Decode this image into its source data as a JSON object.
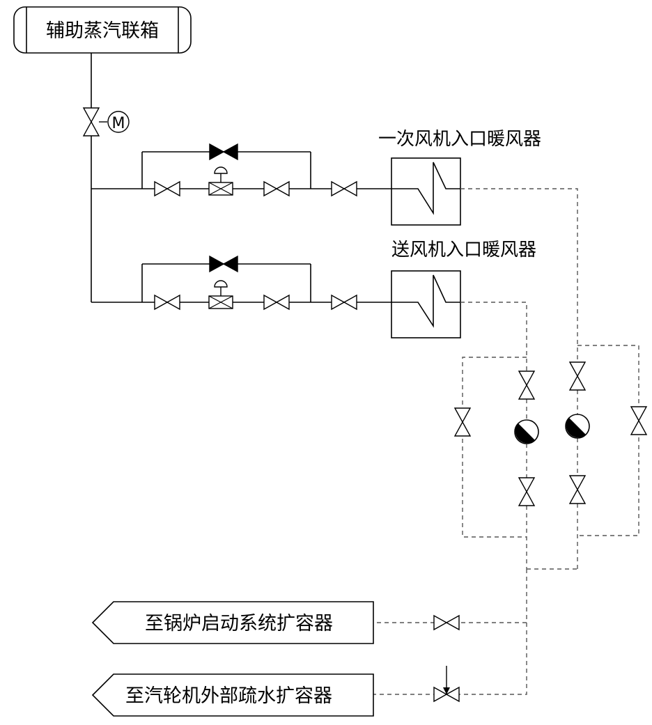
{
  "header_box": {
    "label": "辅助蒸汽联箱"
  },
  "motor_valve": {
    "label": "M"
  },
  "heaters": [
    {
      "label": "一次风机入口暖风器"
    },
    {
      "label": "送风机入口暖风器"
    }
  ],
  "outlets": [
    {
      "label": "至锅炉启动系统扩容器"
    },
    {
      "label": "至汽轮机外部疏水扩容器"
    }
  ]
}
